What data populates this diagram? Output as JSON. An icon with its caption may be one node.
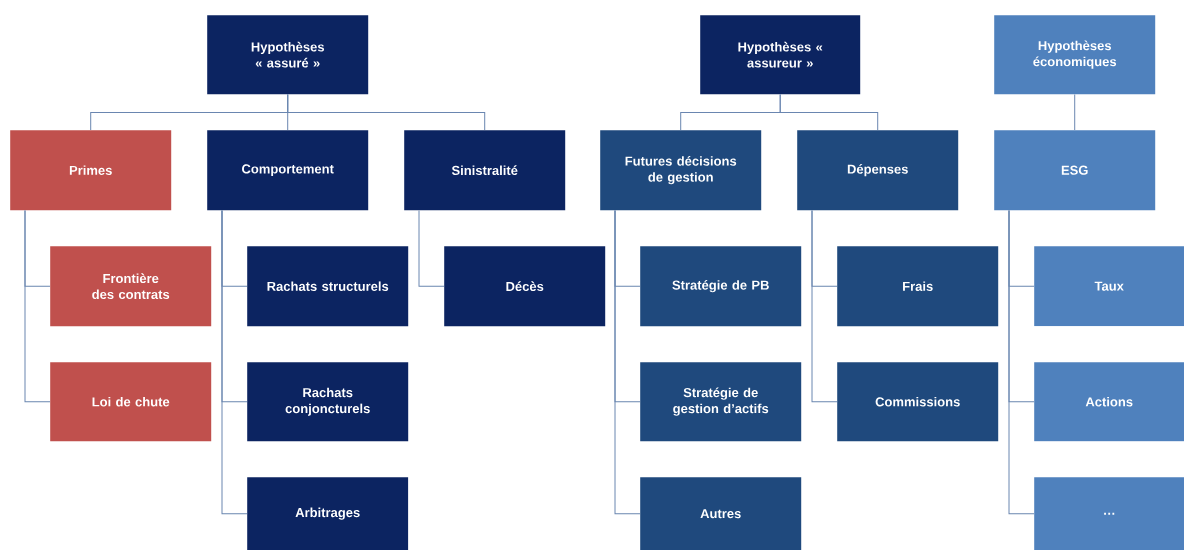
{
  "diagram": {
    "nodes": [
      {
        "text": [
          "Hypothèses « assuré »"
        ]
      },
      {
        "text": [
          "Hypothèses « assureur »"
        ]
      },
      {
        "text": [
          "Hypothèses économiques"
        ]
      },
      {
        "text": [
          "Primes"
        ]
      },
      {
        "text": [
          "Comportement"
        ]
      },
      {
        "text": [
          "Sinistralité"
        ]
      },
      {
        "text": [
          "Futures décisions de gestion"
        ]
      },
      {
        "text": [
          "Dépenses"
        ]
      },
      {
        "text": [
          "ESG"
        ]
      },
      {
        "text": [
          "Frontière des contrats"
        ]
      },
      {
        "text": [
          "Loi de chute"
        ]
      },
      {
        "text": [
          "Rachats structurels"
        ]
      },
      {
        "text": [
          "Rachats conjoncturels"
        ]
      },
      {
        "text": [
          "Arbitrages"
        ]
      },
      {
        "text": [
          "Décès"
        ]
      },
      {
        "text": [
          "Stratégie de PB"
        ]
      },
      {
        "text": [
          "Stratégie de gestion d’actifs"
        ]
      },
      {
        "text": [
          "Autres"
        ]
      },
      {
        "text": [
          "Frais"
        ]
      },
      {
        "text": [
          "Commissions"
        ]
      },
      {
        "text": [
          "Taux"
        ]
      },
      {
        "text": [
          "Actions"
        ]
      },
      {
        "text": [
          "…"
        ]
      }
    ],
    "edges": [
      {
        "from": 0,
        "to": 3,
        "arrow": "none"
      },
      {
        "from": 0,
        "to": 4,
        "arrow": "none"
      },
      {
        "from": 0,
        "to": 5,
        "arrow": "none"
      },
      {
        "from": 1,
        "to": 6,
        "arrow": "none"
      },
      {
        "from": 1,
        "to": 7,
        "arrow": "none"
      },
      {
        "from": 2,
        "to": 8,
        "arrow": "none"
      },
      {
        "from": 3,
        "to": 9,
        "arrow": "none"
      },
      {
        "from": 3,
        "to": 10,
        "arrow": "none"
      },
      {
        "from": 4,
        "to": 11,
        "arrow": "none"
      },
      {
        "from": 4,
        "to": 12,
        "arrow": "none"
      },
      {
        "from": 4,
        "to": 13,
        "arrow": "none"
      },
      {
        "from": 5,
        "to": 14,
        "arrow": "none"
      },
      {
        "from": 6,
        "to": 15,
        "arrow": "none"
      },
      {
        "from": 6,
        "to": 16,
        "arrow": "none"
      },
      {
        "from": 6,
        "to": 17,
        "arrow": "none"
      },
      {
        "from": 7,
        "to": 18,
        "arrow": "none"
      },
      {
        "from": 7,
        "to": 19,
        "arrow": "none"
      },
      {
        "from": 8,
        "to": 20,
        "arrow": "none"
      },
      {
        "from": 8,
        "to": 21,
        "arrow": "none"
      },
      {
        "from": 8,
        "to": 22,
        "arrow": "none"
      }
    ]
  }
}
